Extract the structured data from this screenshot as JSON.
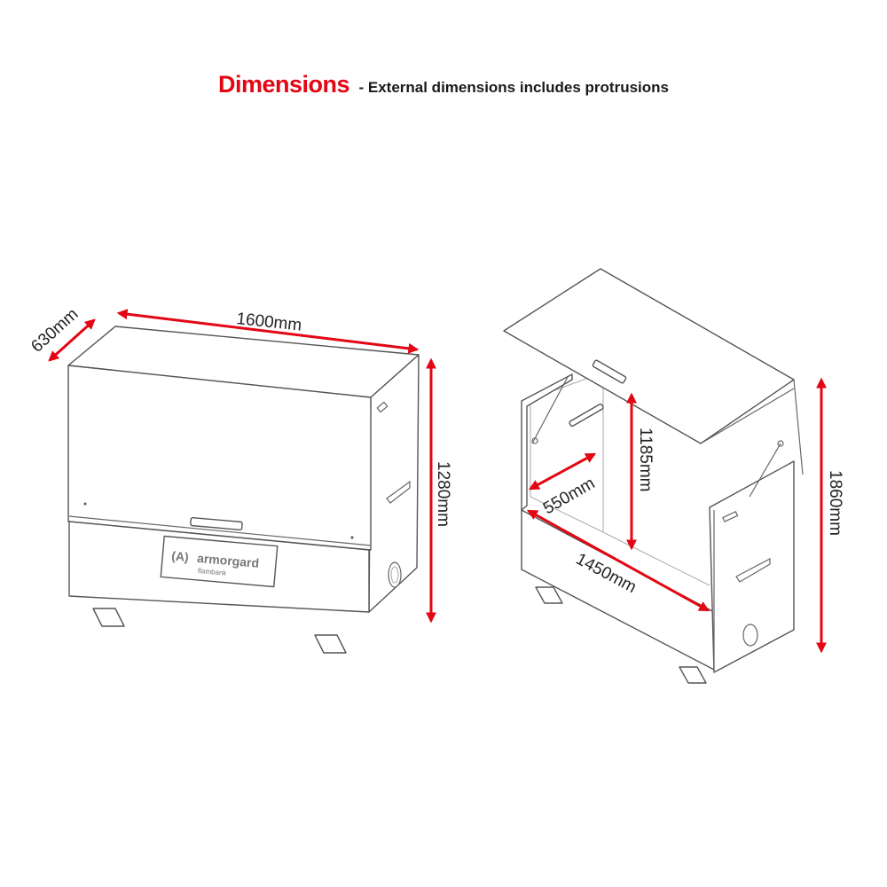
{
  "header": {
    "title": "Dimensions",
    "subtitle": "- External dimensions includes protrusions",
    "title_color": "#e30613"
  },
  "closed_box": {
    "label": "closed-site-box",
    "brand": "armorgard",
    "model": "flambank",
    "dimensions": {
      "width": "1600mm",
      "depth": "630mm",
      "height": "1280mm"
    }
  },
  "open_box": {
    "label": "open-site-box",
    "dimensions": {
      "internal_width": "1450mm",
      "internal_depth": "550mm",
      "internal_height": "1185mm",
      "open_height": "1860mm"
    }
  },
  "colors": {
    "dimension_arrow": "#e30613",
    "outline": "#555555",
    "background": "#ffffff"
  }
}
